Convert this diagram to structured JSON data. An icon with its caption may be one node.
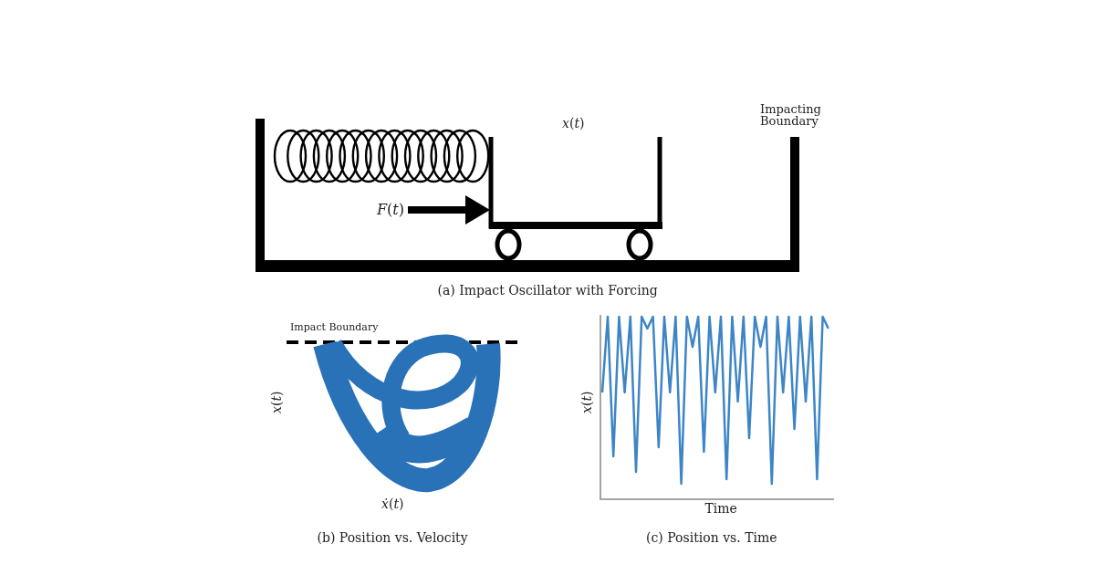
{
  "diagram": {
    "labels": [
      "Impacting Boundary",
      "*x*(*t*)",
      "*F*(*t*)",
      "(a) Impact Oscillator with Forcing",
      "Impact Boundary",
      "*x*(*t*)",
      "*ẋ*(*t*)",
      "(b) Position vs. Velocity",
      "*x*(*t*)",
      "Time",
      "(c) Position vs. Time"
    ]
  }
}
